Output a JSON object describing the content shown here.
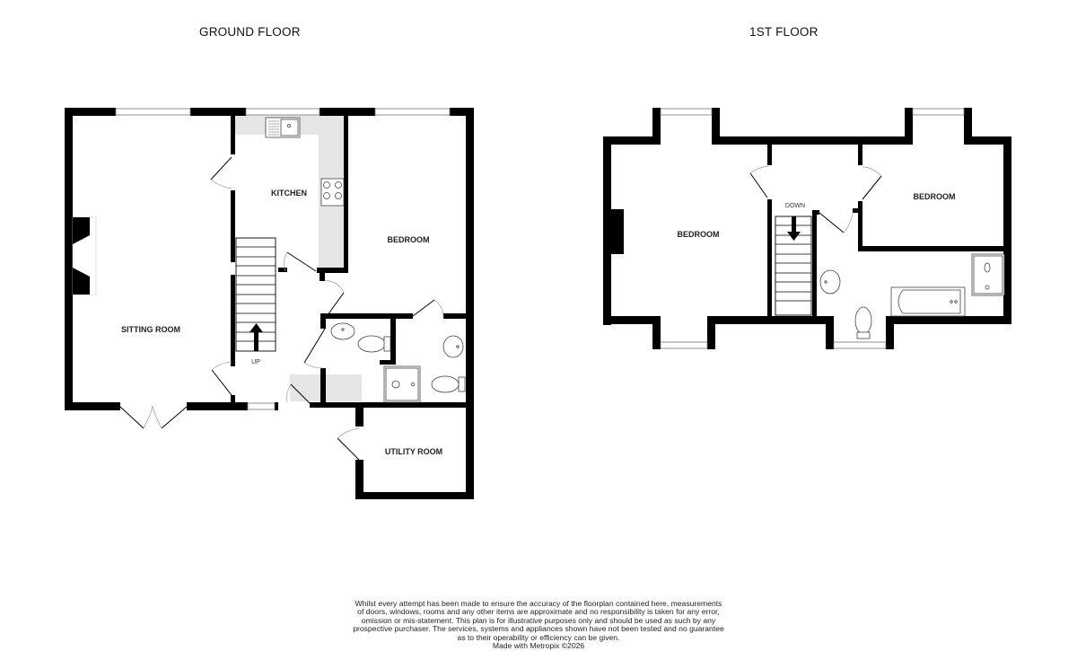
{
  "floors": [
    {
      "id": "ground-floor",
      "title": "GROUND FLOOR",
      "rooms": [
        {
          "name": "SITTING ROOM"
        },
        {
          "name": "KITCHEN"
        },
        {
          "name": "BEDROOM"
        },
        {
          "name": "UTILITY ROOM"
        }
      ],
      "stairs_label": "UP"
    },
    {
      "id": "first-floor",
      "title": "1ST FLOOR",
      "rooms": [
        {
          "name": "BEDROOM"
        },
        {
          "name": "BEDROOM"
        }
      ],
      "stairs_label": "DOWN"
    }
  ],
  "disclaimer": {
    "lines": [
      "Whilst every attempt has been made to ensure the accuracy of the floorplan contained here, measurements",
      "of doors, windows, rooms and any other items are approximate and no responsibility is taken for any error,",
      "omission or mis-statement. This plan is for illustrative purposes only and should be used as such by any",
      "prospective purchaser. The services, systems and appliances shown have not been tested and no guarantee",
      "as to their operability or efficiency can be given.",
      "Made with Metropix ©2026"
    ]
  },
  "colors": {
    "wall": "#000000",
    "counter": "#e6e6e6",
    "background": "#ffffff"
  }
}
